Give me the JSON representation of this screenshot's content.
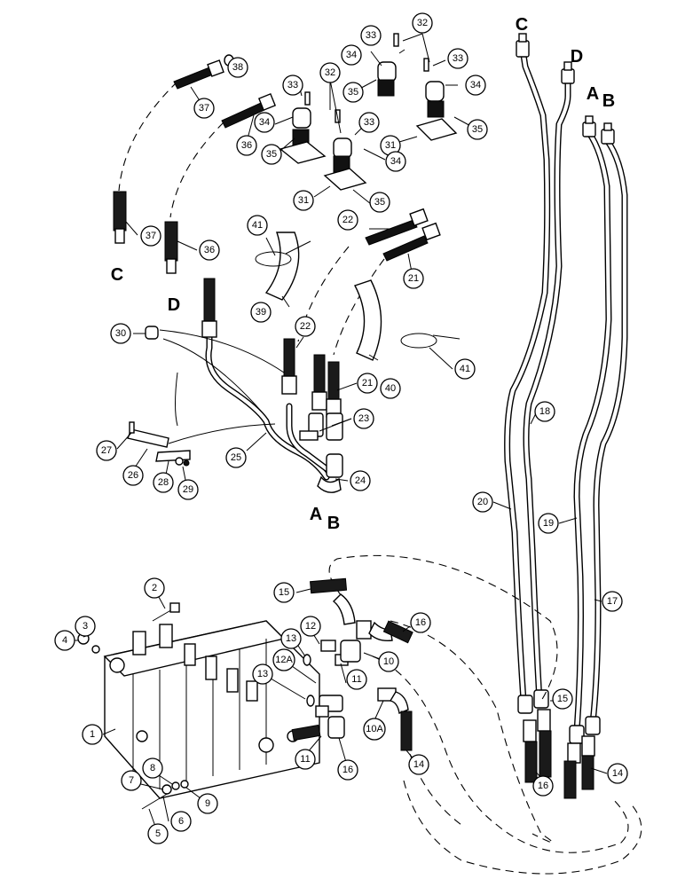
{
  "diagram": {
    "callouts": [
      {
        "id": "c1",
        "label": "1"
      },
      {
        "id": "c2",
        "label": "2"
      },
      {
        "id": "c3",
        "label": "3"
      },
      {
        "id": "c4",
        "label": "4"
      },
      {
        "id": "c5",
        "label": "5"
      },
      {
        "id": "c6",
        "label": "6"
      },
      {
        "id": "c7",
        "label": "7"
      },
      {
        "id": "c8",
        "label": "8"
      },
      {
        "id": "c9",
        "label": "9"
      },
      {
        "id": "c10",
        "label": "10"
      },
      {
        "id": "c10a",
        "label": "10A"
      },
      {
        "id": "c11a",
        "label": "11"
      },
      {
        "id": "c11b",
        "label": "11"
      },
      {
        "id": "c12",
        "label": "12"
      },
      {
        "id": "c12a",
        "label": "12A"
      },
      {
        "id": "c13a",
        "label": "13"
      },
      {
        "id": "c13b",
        "label": "13"
      },
      {
        "id": "c14a",
        "label": "14"
      },
      {
        "id": "c14b",
        "label": "14"
      },
      {
        "id": "c15a",
        "label": "15"
      },
      {
        "id": "c15b",
        "label": "15"
      },
      {
        "id": "c16a",
        "label": "16"
      },
      {
        "id": "c16b",
        "label": "16"
      },
      {
        "id": "c16c",
        "label": "16"
      },
      {
        "id": "c17",
        "label": "17"
      },
      {
        "id": "c18",
        "label": "18"
      },
      {
        "id": "c19",
        "label": "19"
      },
      {
        "id": "c20",
        "label": "20"
      },
      {
        "id": "c21a",
        "label": "21"
      },
      {
        "id": "c21b",
        "label": "21"
      },
      {
        "id": "c22a",
        "label": "22"
      },
      {
        "id": "c22b",
        "label": "22"
      },
      {
        "id": "c23",
        "label": "23"
      },
      {
        "id": "c24",
        "label": "24"
      },
      {
        "id": "c25",
        "label": "25"
      },
      {
        "id": "c26",
        "label": "26"
      },
      {
        "id": "c27",
        "label": "27"
      },
      {
        "id": "c28",
        "label": "28"
      },
      {
        "id": "c29",
        "label": "29"
      },
      {
        "id": "c30",
        "label": "30"
      },
      {
        "id": "c31a",
        "label": "31"
      },
      {
        "id": "c31b",
        "label": "31"
      },
      {
        "id": "c32a",
        "label": "32"
      },
      {
        "id": "c32b",
        "label": "32"
      },
      {
        "id": "c33a",
        "label": "33"
      },
      {
        "id": "c33b",
        "label": "33"
      },
      {
        "id": "c33c",
        "label": "33"
      },
      {
        "id": "c33d",
        "label": "33"
      },
      {
        "id": "c34a",
        "label": "34"
      },
      {
        "id": "c34b",
        "label": "34"
      },
      {
        "id": "c34c",
        "label": "34"
      },
      {
        "id": "c34d",
        "label": "34"
      },
      {
        "id": "c35a",
        "label": "35"
      },
      {
        "id": "c35b",
        "label": "35"
      },
      {
        "id": "c35c",
        "label": "35"
      },
      {
        "id": "c35d",
        "label": "35"
      },
      {
        "id": "c36a",
        "label": "36"
      },
      {
        "id": "c36b",
        "label": "36"
      },
      {
        "id": "c37a",
        "label": "37"
      },
      {
        "id": "c37b",
        "label": "37"
      },
      {
        "id": "c38",
        "label": "38"
      },
      {
        "id": "c39",
        "label": "39"
      },
      {
        "id": "c40",
        "label": "40"
      },
      {
        "id": "c41a",
        "label": "41"
      },
      {
        "id": "c41b",
        "label": "41"
      }
    ],
    "letters": [
      {
        "id": "lC1",
        "label": "C"
      },
      {
        "id": "lD1",
        "label": "D"
      },
      {
        "id": "lA1",
        "label": "A"
      },
      {
        "id": "lB1",
        "label": "B"
      },
      {
        "id": "lC2",
        "label": "C"
      },
      {
        "id": "lD2",
        "label": "D"
      },
      {
        "id": "lA2",
        "label": "A"
      },
      {
        "id": "lB2",
        "label": "B"
      }
    ]
  }
}
